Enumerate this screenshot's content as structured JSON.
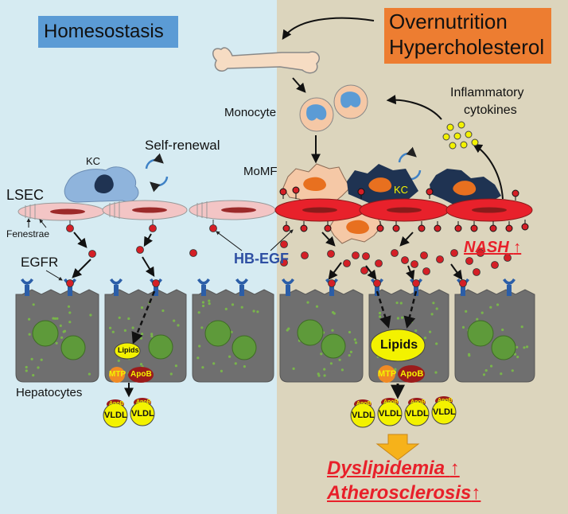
{
  "panels": {
    "left_title": "Homesostasis",
    "right_title_line1": "Overnutrition",
    "right_title_line2": "Hypercholesterol"
  },
  "labels": {
    "kc": "KC",
    "kc_right": "KC",
    "self_renewal": "Self-renewal",
    "lsec": "LSEC",
    "fenestrae": "Fenestrae",
    "egfr": "EGFR",
    "hb_egf": "HB-EGF",
    "hepatocytes": "Hepatocytes",
    "monocyte": "Monocyte",
    "momf": "MoMF",
    "inflammatory_line1": "Inflammatory",
    "inflammatory_line2": "cytokines",
    "lipids_small": "Lipids",
    "lipids_large": "Lipids",
    "mtp": "MTP",
    "apob": "ApoB",
    "vldl": "VLDL"
  },
  "outcomes": {
    "nash": "NASH",
    "dyslipidemia": "Dyslipidemia",
    "atherosclerosis": "Atherosclerosis",
    "up_arrow": "↑"
  },
  "colors": {
    "left_bg": "#d6ebf2",
    "right_bg": "#dcd5bd",
    "homeostasis_box": "#5b9bd5",
    "overnutrition_box": "#ed7d31",
    "lsec_pink": "#f3c5c5",
    "lsec_red": "#e8212b",
    "hepatocyte_gray": "#6f6f6f",
    "nucleus_green": "#5e9a3a",
    "receptor_blue": "#2b5ea8",
    "ligand_red": "#d41f26",
    "lipid_yellow": "#f3f200",
    "mtp_orange": "#f08a24",
    "apob_darkred": "#9b1b1b",
    "outcome_red": "#e8202a",
    "arrow_gold": "#f6b21a",
    "kc_blue": "#8fb4dc",
    "kc_dark": "#1f3352",
    "momf_orange": "#f5c8a6",
    "hbegf_blue": "#2e4fa3"
  }
}
